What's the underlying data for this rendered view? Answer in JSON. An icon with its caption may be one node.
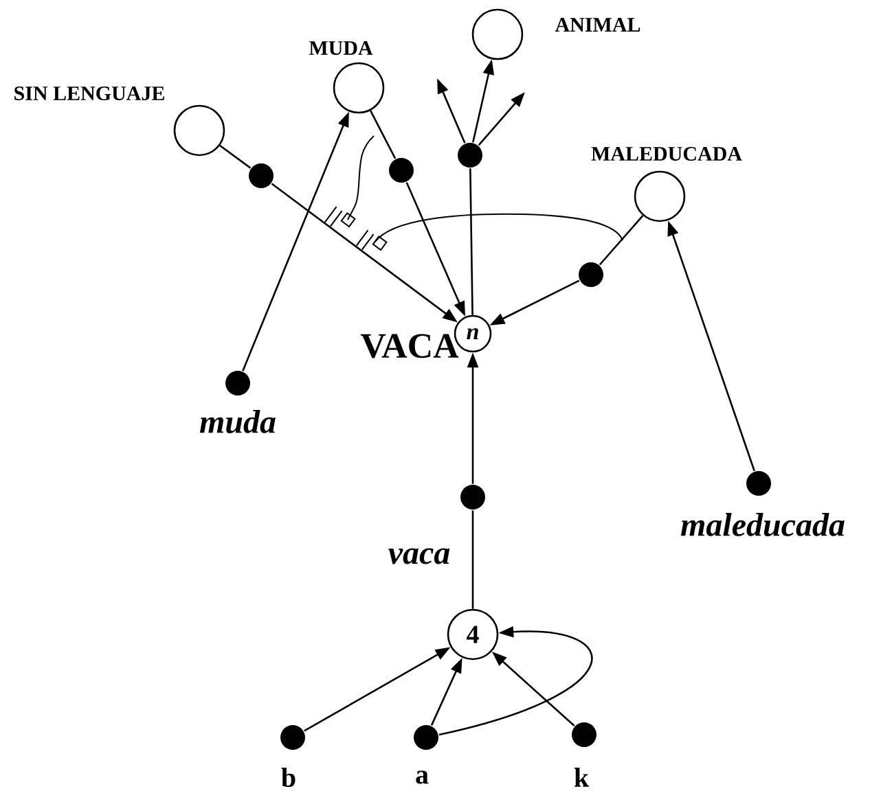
{
  "diagram": {
    "nodes": [
      {
        "text": [
          "SIN LENGUAJE"
        ]
      },
      {
        "text": [
          "MUDA"
        ]
      },
      {
        "text": [
          "ANIMAL"
        ]
      },
      {
        "text": [
          "MALEDUCADA"
        ]
      },
      {
        "text": [
          "n"
        ],
        "beside": [
          "VACA"
        ]
      },
      {
        "text": [
          "4"
        ]
      },
      {
        "text": [],
        "shape": "circle"
      },
      {
        "text": [],
        "shape": "circle"
      },
      {
        "text": [],
        "shape": "circle"
      },
      {
        "text": [],
        "shape": "circle"
      },
      {
        "text": [],
        "shape": "circle",
        "beside": [
          "muda"
        ]
      },
      {
        "text": [],
        "shape": "circle",
        "beside": [
          "maleducada"
        ]
      },
      {
        "text": [],
        "shape": "circle"
      },
      {
        "text": [],
        "shape": "circle",
        "beside": [
          "b"
        ]
      },
      {
        "text": [],
        "shape": "circle",
        "beside": [
          "a"
        ]
      },
      {
        "text": [],
        "shape": "circle",
        "beside": [
          "k"
        ]
      }
    ],
    "edges": [
      {
        "from": 0,
        "to": 6,
        "arrow": "none"
      },
      {
        "from": 6,
        "to": 4,
        "arrow": "to"
      },
      {
        "from": 1,
        "to": 7,
        "arrow": "none"
      },
      {
        "from": 7,
        "to": 4,
        "arrow": "to"
      },
      {
        "from": 4,
        "to": 8,
        "arrow": "none"
      },
      {
        "from": 8,
        "to": 2,
        "arrow": "to"
      },
      {
        "from": 8,
        "to": null,
        "arrow": "to"
      },
      {
        "from": 8,
        "to": null,
        "arrow": "to"
      },
      {
        "from": 3,
        "to": 9,
        "arrow": "none"
      },
      {
        "from": 9,
        "to": 4,
        "arrow": "to"
      },
      {
        "from": 10,
        "to": 1,
        "arrow": "to"
      },
      {
        "from": 11,
        "to": 3,
        "arrow": "to"
      },
      {
        "from": 12,
        "to": 4,
        "arrow": "to"
      },
      {
        "from": 5,
        "to": 12,
        "arrow": "none",
        "label": "vaca"
      },
      {
        "from": 13,
        "to": 5,
        "arrow": "to"
      },
      {
        "from": 14,
        "to": 5,
        "arrow": "to"
      },
      {
        "from": 15,
        "to": 5,
        "arrow": "to"
      },
      {
        "from": 14,
        "to": 5,
        "arrow": "to"
      }
    ]
  }
}
